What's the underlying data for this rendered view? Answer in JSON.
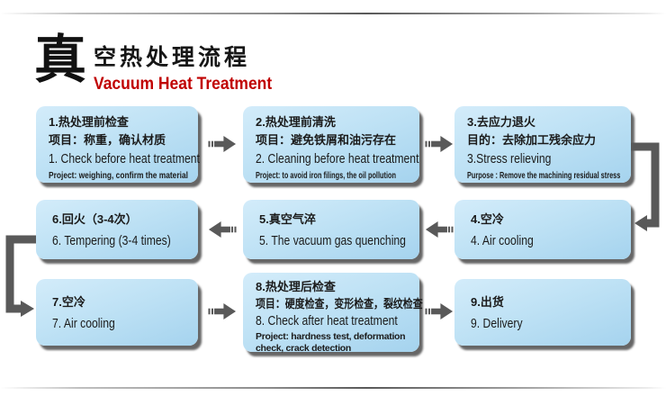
{
  "header": {
    "big_char": "真",
    "title_cn": "空热处理流程",
    "title_en": "Vacuum Heat Treatment"
  },
  "steps": [
    {
      "cn_title": "1.热处理前检查",
      "cn_detail": "项目：称重，确认材质",
      "en_title": "1. Check before heat treatment",
      "en_detail": "Project: weighing, confirm the material"
    },
    {
      "cn_title": "2.热处理前清洗",
      "cn_detail": "项目：避免铁屑和油污存在",
      "en_title": "2. Cleaning before heat treatment",
      "en_detail": "Project: to avoid iron filings, the oil pollution"
    },
    {
      "cn_title": "3.去应力退火",
      "cn_detail": "目的：去除加工残余应力",
      "en_title": "3.Stress relieving",
      "en_detail": "Purpose : Remove the machining residual stress"
    },
    {
      "cn_title": "4.空冷",
      "en_title": "4. Air cooling"
    },
    {
      "cn_title": "5.真空气淬",
      "en_title": "5. The vacuum gas quenching"
    },
    {
      "cn_title": "6.回火（3-4次）",
      "en_title": "6. Tempering (3-4 times)"
    },
    {
      "cn_title": "7.空冷",
      "en_title": "7. Air cooling"
    },
    {
      "cn_title": "8.热处理后检查",
      "cn_detail": "项目：硬度检查，变形检查，裂纹检查",
      "en_title": "8. Check after heat treatment",
      "en_detail": "Project: hardness test, deformation check, crack detection"
    },
    {
      "cn_title": "9.出货",
      "en_title": "9. Delivery"
    }
  ],
  "flow_order": "1 → 2 → 3 → 4 → 5 → 6 → 7 → 8 → 9",
  "colors": {
    "accent_red": "#c00000",
    "box_blue_top": "#d3ecfa",
    "box_blue_bottom": "#a5d3ee",
    "arrow_gray": "#595959",
    "text_dark": "#1b1b1b"
  }
}
